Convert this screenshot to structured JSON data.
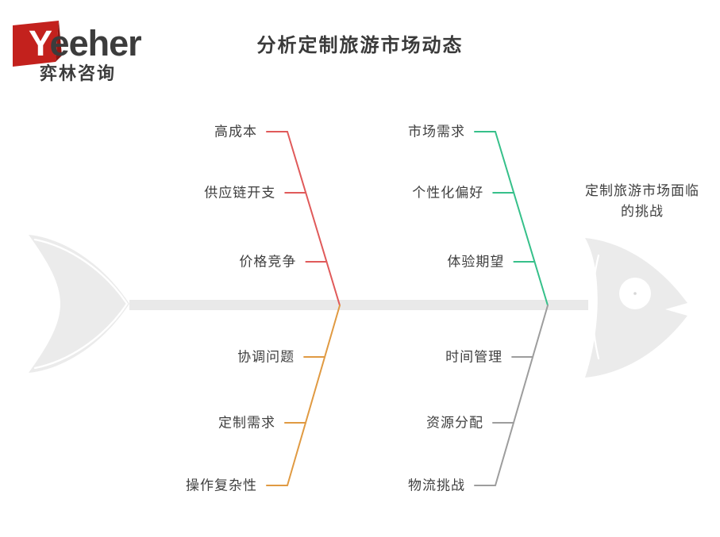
{
  "logo": {
    "mark_color": "#c3211d",
    "word_initial": "Y",
    "word_rest": "eeher",
    "subtitle": "弈林咨询"
  },
  "title": "分析定制旅游市场动态",
  "diagram": {
    "type": "fishbone",
    "effect": "定制旅游市场面临\n的挑战",
    "effect_line1": "定制旅游市场面临",
    "effect_line2": "的挑战",
    "spine_color": "#e9e9e9",
    "fish_body_color": "#ebebeb",
    "branches": [
      {
        "id": "upper-left",
        "color": "#e05a5a",
        "position": "upper-left",
        "causes": [
          "高成本",
          "供应链开支",
          "价格竞争"
        ]
      },
      {
        "id": "upper-right",
        "color": "#36c08a",
        "position": "upper-right",
        "causes": [
          "市场需求",
          "个性化偏好",
          "体验期望"
        ]
      },
      {
        "id": "lower-left",
        "color": "#e09a42",
        "position": "lower-left",
        "causes": [
          "协调问题",
          "定制需求",
          "操作复杂性"
        ]
      },
      {
        "id": "lower-right",
        "color": "#9d9d9d",
        "position": "lower-right",
        "causes": [
          "时间管理",
          "资源分配",
          "物流挑战"
        ]
      }
    ]
  }
}
